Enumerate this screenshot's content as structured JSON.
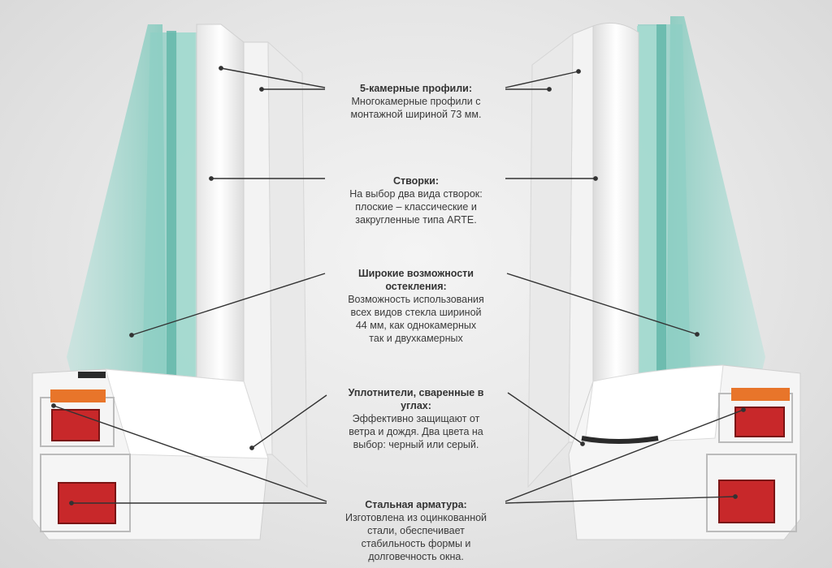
{
  "callouts": [
    {
      "title": "5-камерные профили:",
      "text": "Многокамерные профили с\nмонтажной шириной 73 мм."
    },
    {
      "title": "Створки:",
      "text": "На выбор два вида створок:\nплоские – классические и\nзакругленные типа ARTE."
    },
    {
      "title": "Широкие возможности\nостекления:",
      "text": "Возможность использования\nвсех видов стекла шириной\n44 мм, как однокамерных\nтак и двухкамерных"
    },
    {
      "title": "Уплотнители, сваренные в\nуглах:",
      "text": "Эффективно защищают от\nветра и дождя. Два цвета на\nвыбор: черный или серый."
    },
    {
      "title": "Стальная арматура:",
      "text": "Изготовлена из оцинкованной\nстали, обеспечивает\nстабильность формы и\nдолговечность окна."
    }
  ],
  "colors": {
    "glass": "#8ecfc4",
    "glass_dark": "#5fb5a8",
    "profile": "#f7f7f7",
    "steel": "#c8282a",
    "insulation": "#e8752a",
    "seal": "#2a2a2a",
    "leader_line": "#333333"
  }
}
